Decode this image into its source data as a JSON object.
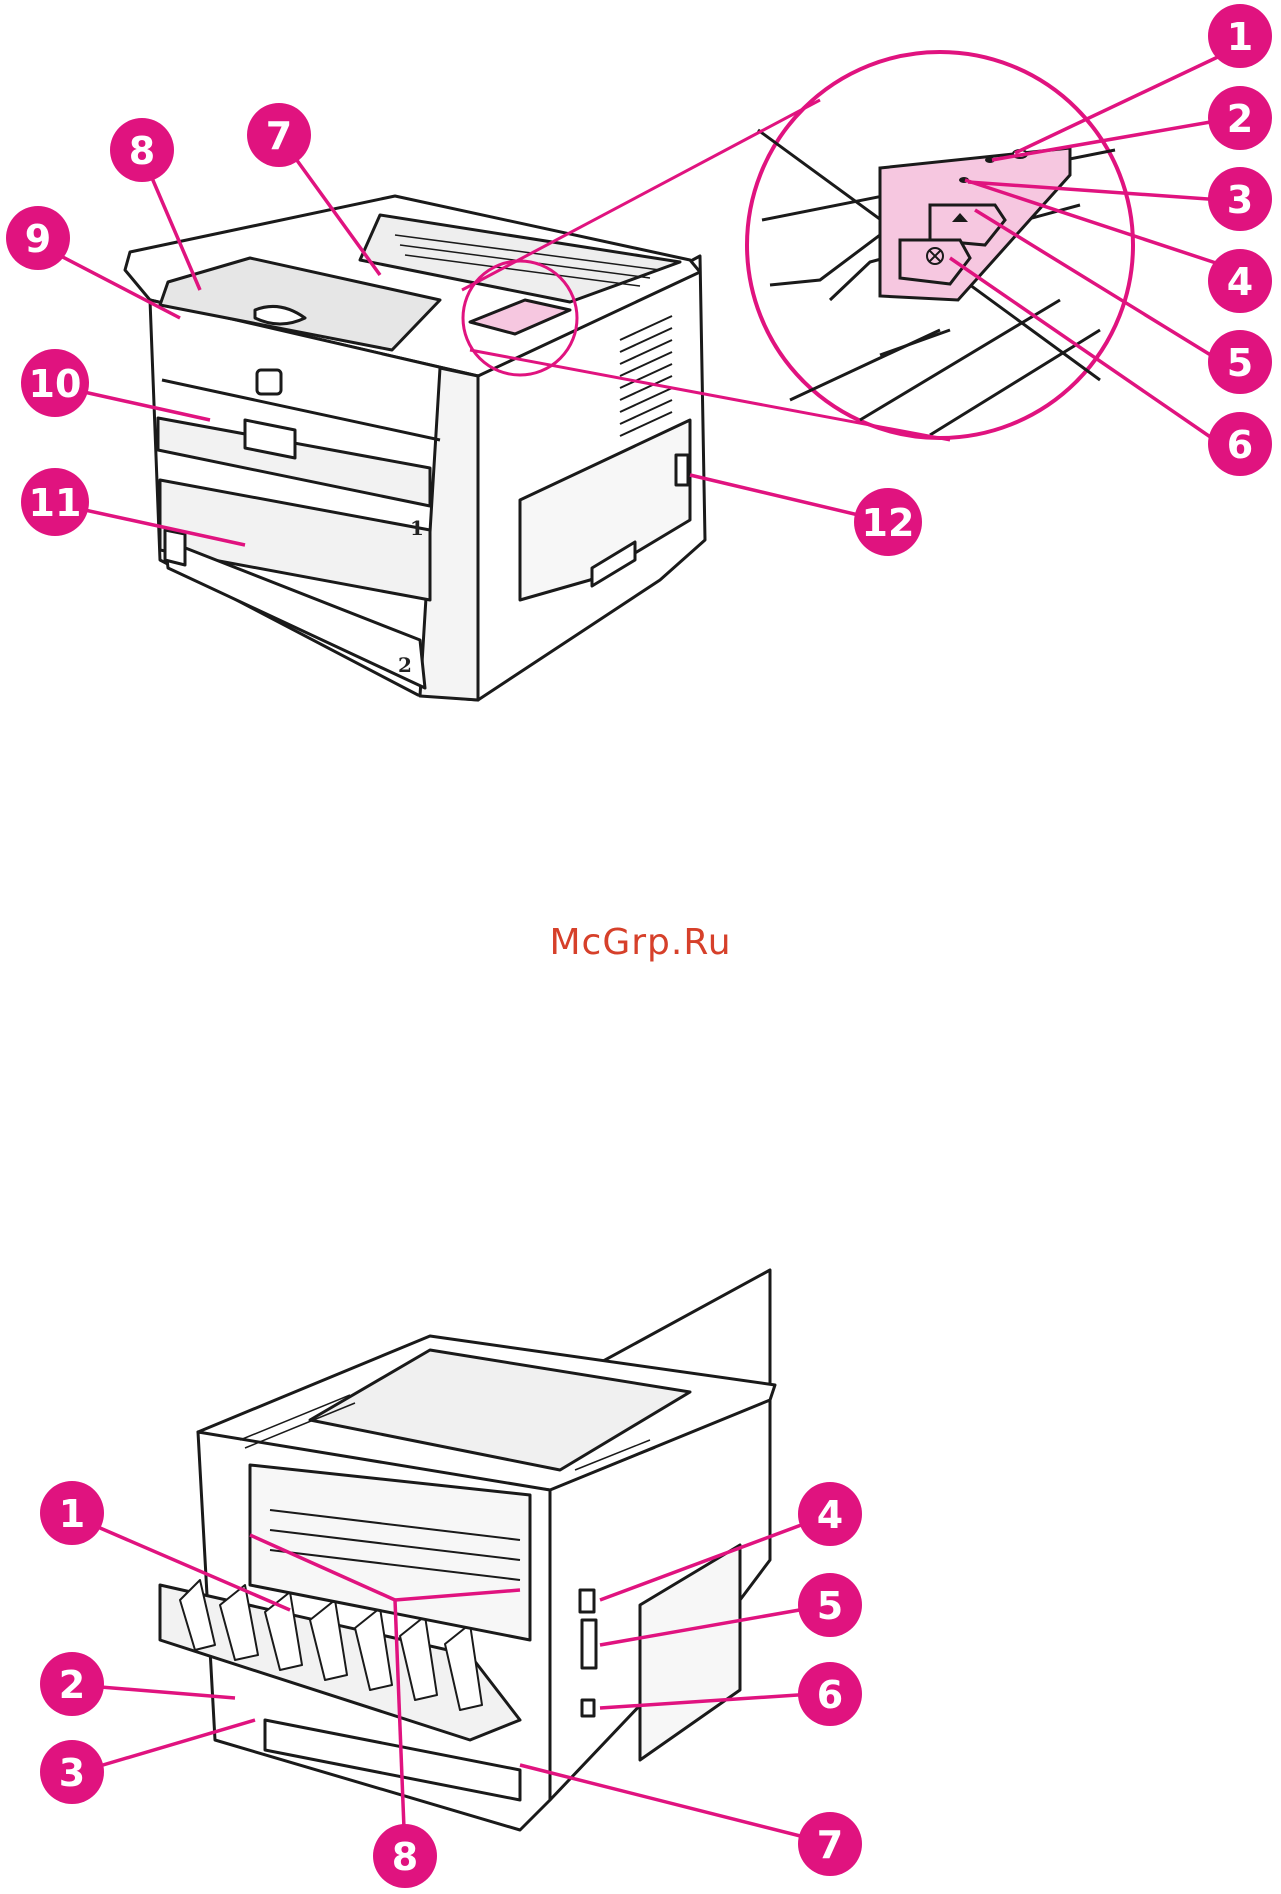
{
  "accent_color": "#e0137f",
  "watermark_text": "McGrp.Ru",
  "front_view": {
    "callouts": [
      "1",
      "2",
      "3",
      "4",
      "5",
      "6",
      "7",
      "8",
      "9",
      "10",
      "11",
      "12"
    ],
    "tray1_number": "1",
    "tray2_number": "2"
  },
  "rear_view": {
    "callouts": [
      "1",
      "2",
      "3",
      "4",
      "5",
      "6",
      "7",
      "8"
    ]
  }
}
